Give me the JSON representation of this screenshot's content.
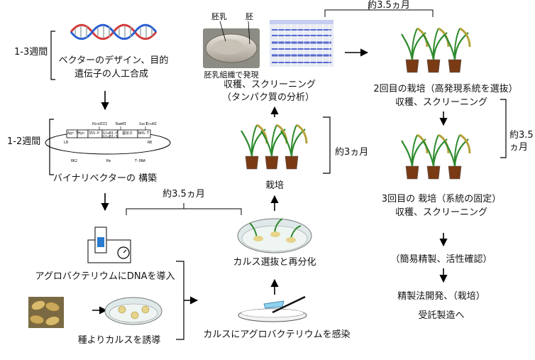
{
  "time_labels": {
    "design": "1-3週間",
    "binary": "1-2週間",
    "agro": "約3.5ヵ月",
    "cult1": "約3ヵ月",
    "gel": "約3.5ヵ月",
    "cult2": "約3.5",
    "cult2_unit": "ヵ月"
  },
  "steps": {
    "design_line1": "ベクターのデザイン、目的",
    "design_line2": "遺伝子の人工合成",
    "binary": "バイナリベクターの 構築",
    "agro_dna": "アグロバクテリウムにDNAを導入",
    "callus_induce": "種よりカルスを誘導",
    "infect": "カルスにアグロバクテリウムを感染",
    "callus_select": "カルス選抜と再分化",
    "cultivate": "栽培",
    "harvest1_line1": "収穫、スクリーニング",
    "harvest1_line2": "（タンパク質の分析）",
    "seed_label": "胚乳組織で発現",
    "endosperm": "胚乳",
    "embryo": "胚",
    "cult2": "2回目の栽培（高発現系統を選抜）",
    "harvest2": "収穫、スクリーニング",
    "cult3": "3回目の 栽培（系統の固定）",
    "harvest3": "収穫、スクリーニング",
    "purify": "（簡易精製、活性確認）",
    "method": "精製法開発、（栽培）",
    "contract": "受託製造へ"
  },
  "vector_map": {
    "labels": [
      "Agr-T",
      "Hyn",
      "35S-P",
      "GluB1-P",
      "GluB1-S",
      "遺伝子",
      "NOS-T",
      "HindIII",
      "BamHI",
      "SacI",
      "EcoRI",
      "LB",
      "RB",
      "RK2",
      "Km",
      "T-DNA"
    ]
  },
  "colors": {
    "soil": "#7a3a14",
    "leaf": "#2e8b2e",
    "grain": "#b5a23a",
    "dna_red": "#d23b3b",
    "dna_blue": "#2a5fd0",
    "gel_band": "#3d52c9",
    "dish": "#dfe9ea"
  }
}
